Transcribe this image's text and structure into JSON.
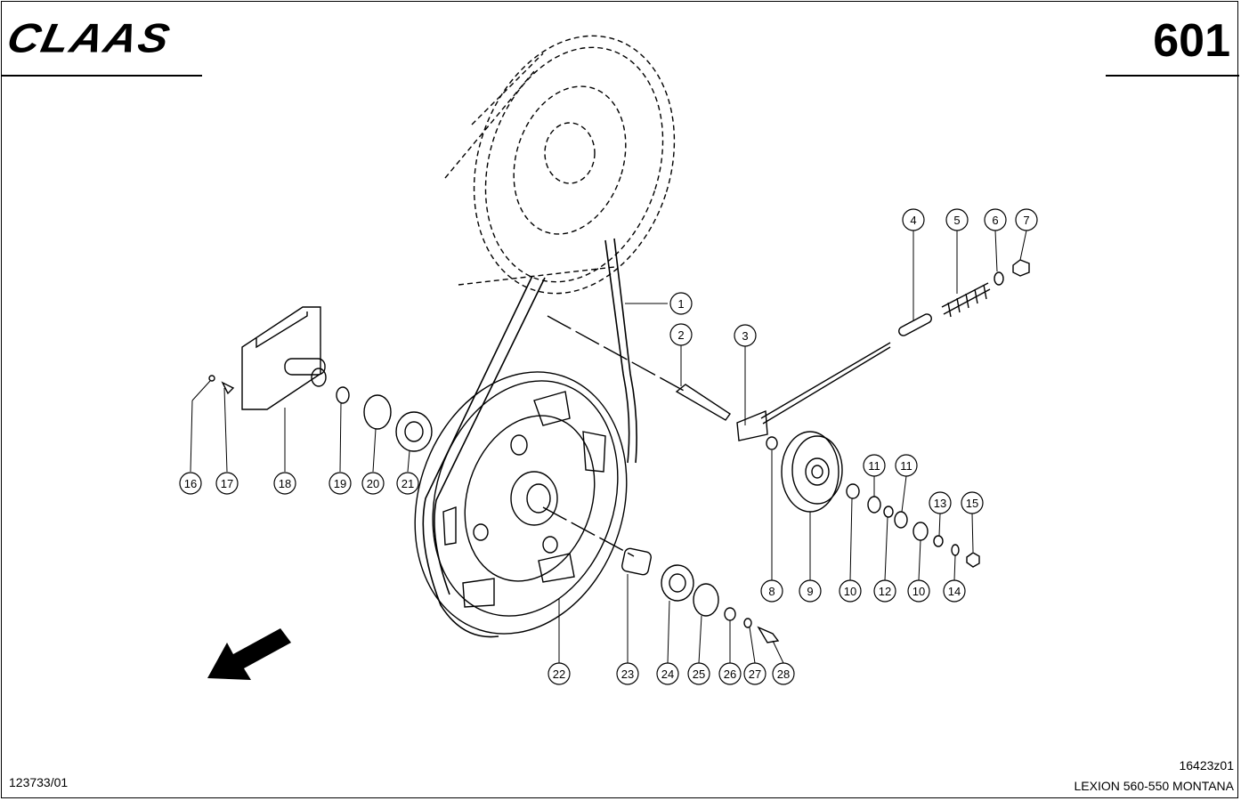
{
  "header": {
    "brand": "CLAAS",
    "page_number": "601"
  },
  "footer": {
    "drawing_number": "123733/01",
    "figure_code": "16423z01",
    "model": "LEXION 560-550 MONTANA"
  },
  "callouts": [
    "1",
    "2",
    "3",
    "4",
    "5",
    "6",
    "7",
    "8",
    "9",
    "10",
    "11",
    "11",
    "12",
    "10",
    "13",
    "15",
    "14",
    "16",
    "17",
    "18",
    "19",
    "20",
    "21",
    "22",
    "23",
    "24",
    "25",
    "26",
    "27",
    "28"
  ]
}
